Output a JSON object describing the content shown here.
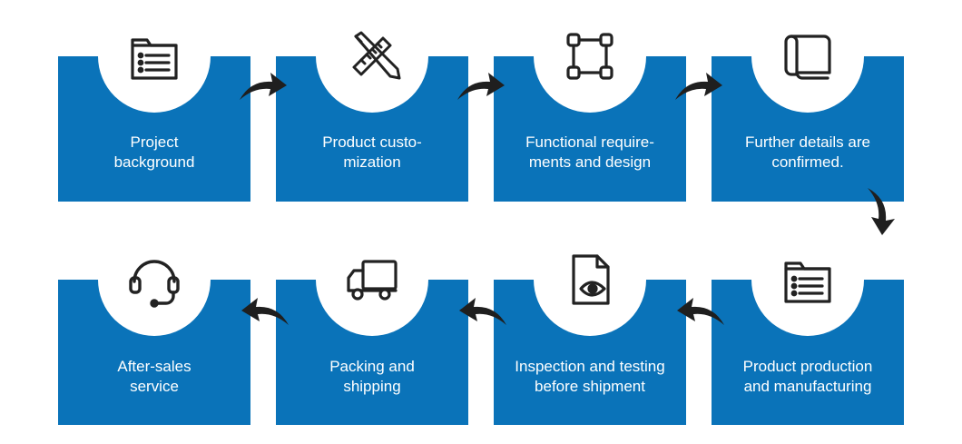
{
  "colors": {
    "box": "#0a73b9",
    "icon": "#222222",
    "arrow": "#1f1f1f",
    "background": "#ffffff"
  },
  "steps": [
    {
      "label": "Project\nbackground",
      "icon": "list-folder-icon"
    },
    {
      "label": "Product custo-\nmization",
      "icon": "pencil-ruler-icon"
    },
    {
      "label": "Functional require-\nments and design",
      "icon": "vector-frame-icon"
    },
    {
      "label": "Further details are\nconfirmed.",
      "icon": "scroll-icon"
    },
    {
      "label": "Product production\nand manufacturing",
      "icon": "list-folder-icon"
    },
    {
      "label": "Inspection and testing\nbefore shipment",
      "icon": "document-eye-icon"
    },
    {
      "label": "Packing and\nshipping",
      "icon": "truck-icon"
    },
    {
      "label": "After-sales\nservice",
      "icon": "headset-icon"
    }
  ]
}
